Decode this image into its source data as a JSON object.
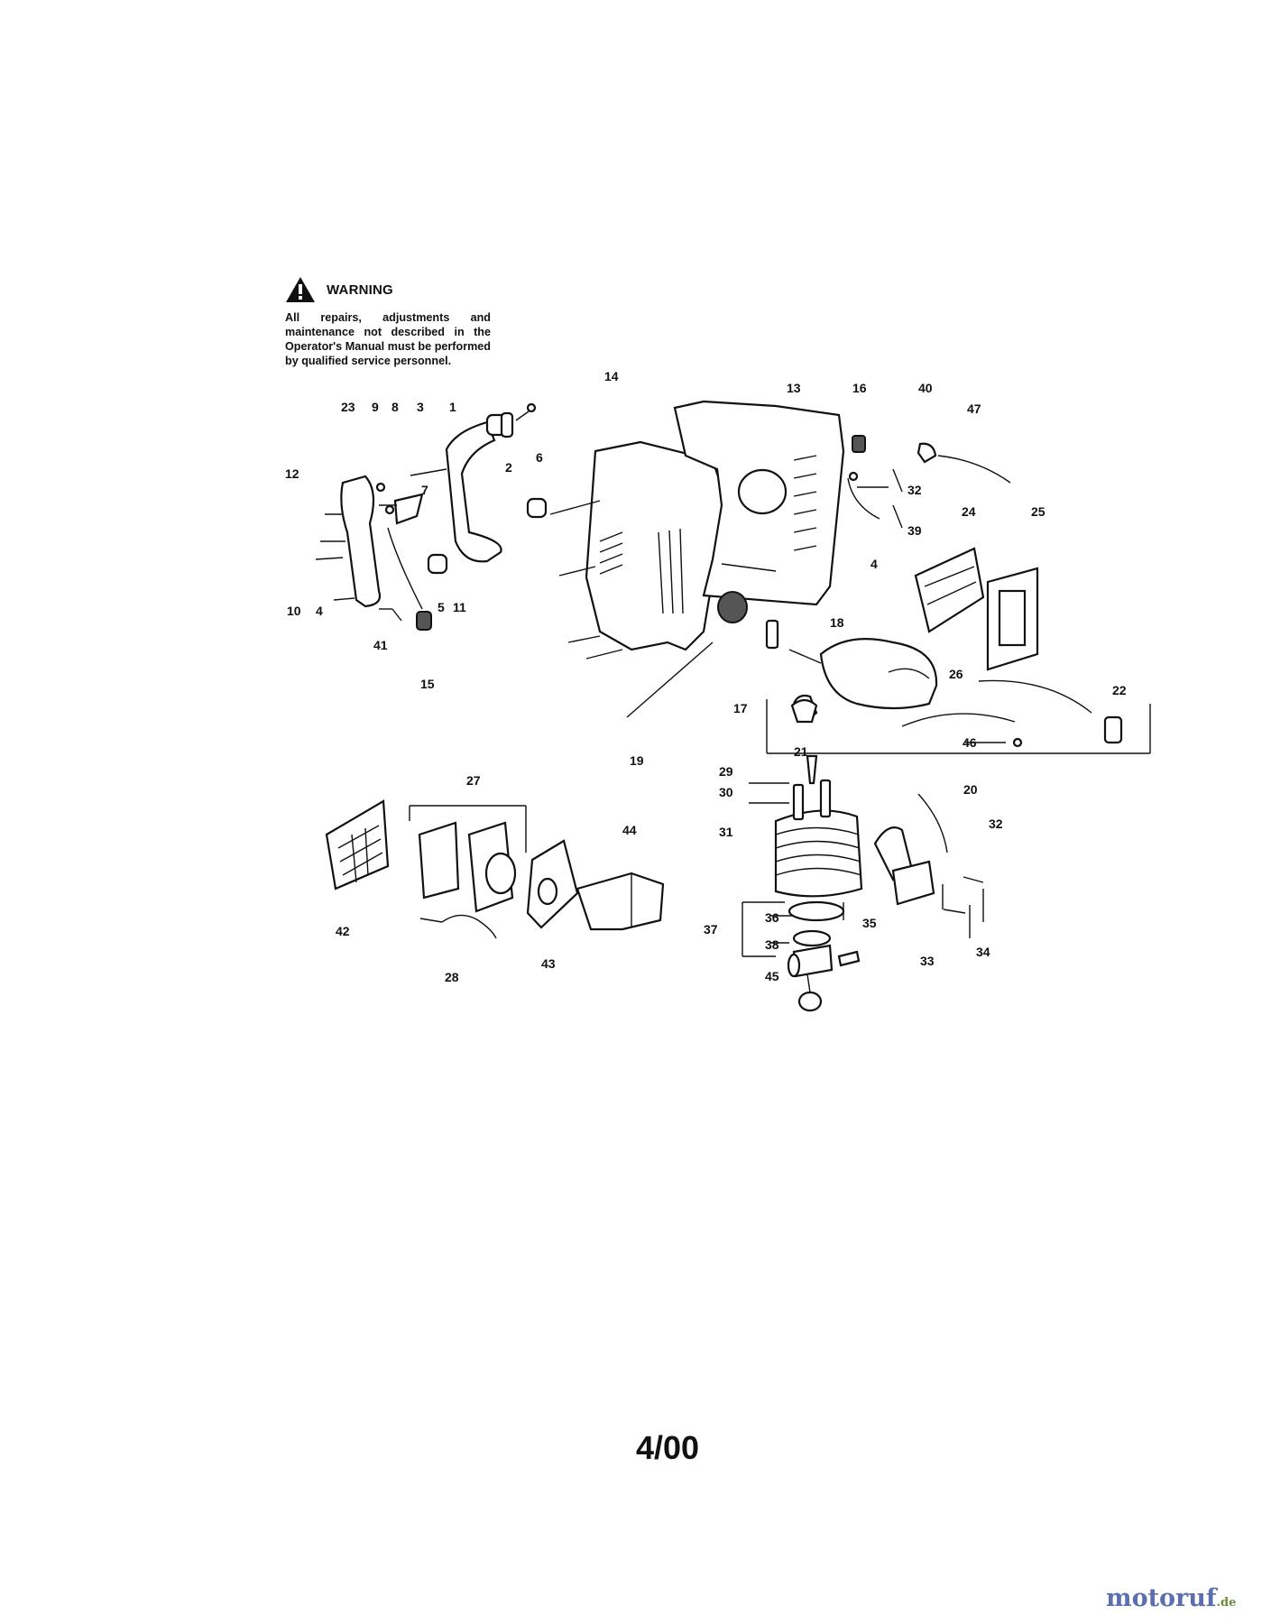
{
  "warning": {
    "title": "WARNING",
    "text": "All repairs, adjustments and maintenance not described in the Operator's Manual must be performed by qualified service personnel.",
    "icon": "warning-triangle-icon"
  },
  "callouts": [
    "1",
    "2",
    "3",
    "4",
    "4",
    "5",
    "6",
    "7",
    "8",
    "9",
    "10",
    "11",
    "12",
    "13",
    "14",
    "15",
    "16",
    "17",
    "18",
    "19",
    "20",
    "21",
    "22",
    "23",
    "24",
    "25",
    "26",
    "27",
    "28",
    "29",
    "30",
    "31",
    "32",
    "32",
    "33",
    "34",
    "35",
    "36",
    "37",
    "38",
    "39",
    "40",
    "41",
    "42",
    "43",
    "44",
    "45",
    "46",
    "47"
  ],
  "footer_code": "4/00",
  "watermark": {
    "main": "motoruf",
    "suffix": ".de"
  }
}
